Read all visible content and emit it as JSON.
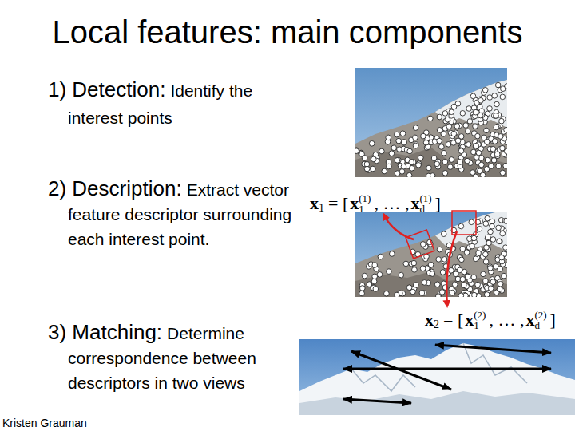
{
  "diagram": {
    "title": "Local features: main components",
    "labels": [
      "1) Detection:",
      "Identify the interest points",
      "2) Description:",
      "Extract vector feature descriptor surrounding each interest point.",
      "x",
      "1",
      "= [",
      "x",
      "(1)",
      "1",
      ", … ,",
      "x",
      "(1)",
      "d",
      "]",
      "x",
      "2",
      "= [",
      "x",
      "(2)",
      "1",
      ", … ,",
      "x",
      "(2)",
      "d",
      "]",
      "3) Matching:",
      "Determine correspondence between descriptors in two views",
      "Kristen Grauman"
    ]
  }
}
